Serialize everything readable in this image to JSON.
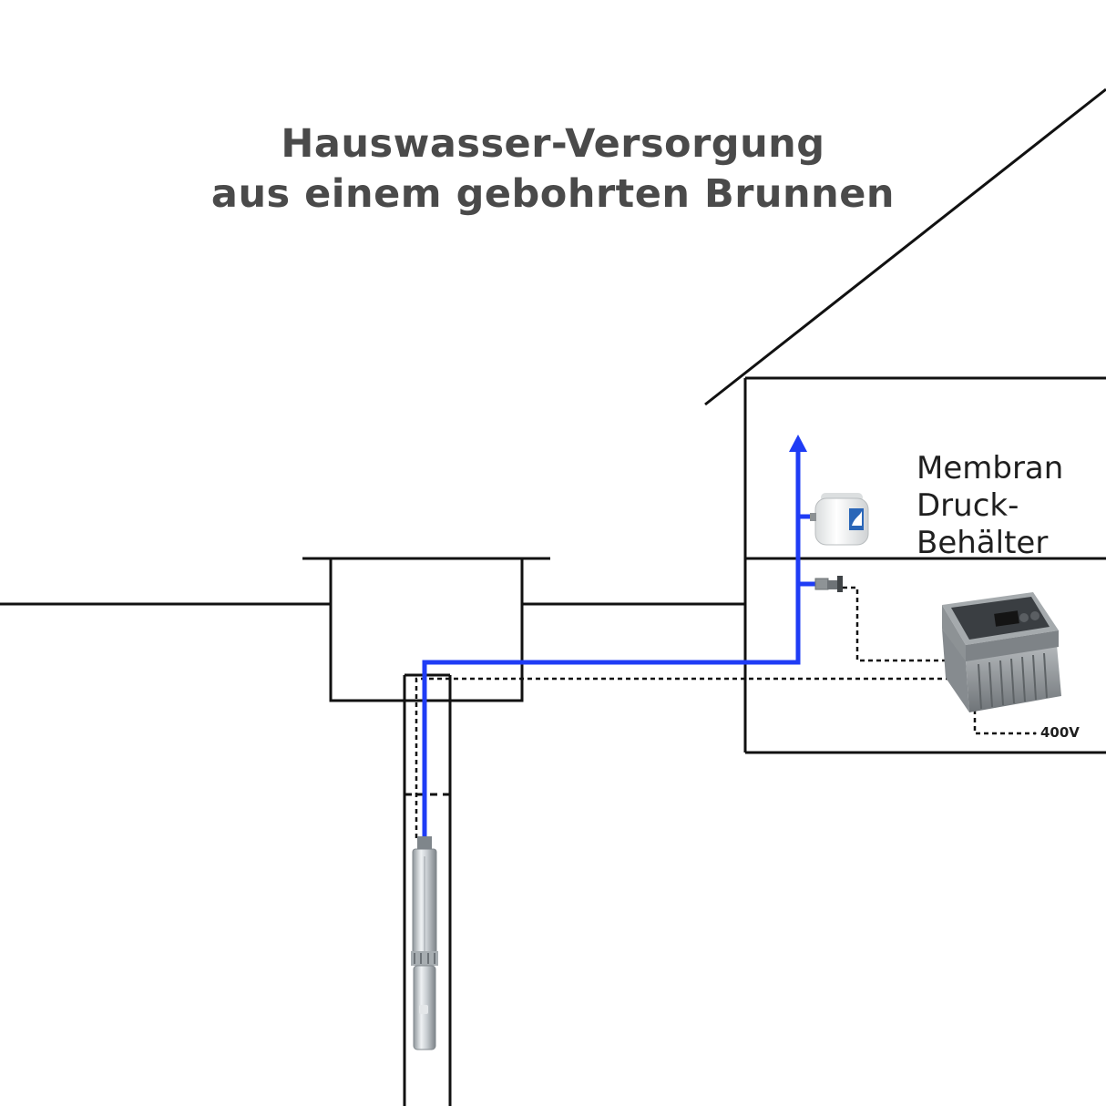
{
  "title": {
    "line1": "Hauswasser-Versorgung",
    "line2": "aus einem gebohrten Brunnen"
  },
  "pressure_tank_label": {
    "line1": "Membran",
    "line2": "Druck-",
    "line3": "Behälter"
  },
  "power_label": "400V",
  "colors": {
    "water_pipe": "#1f3cf5",
    "outline": "#111111",
    "title_text": "#4a4a4a",
    "cable": "#111111"
  },
  "icons": {
    "pump": "submersible-pump-icon",
    "tank": "pressure-tank-icon",
    "controller": "frequency-converter-icon",
    "switch": "pressure-sensor-icon",
    "flow_arrow": "arrow-up-icon"
  }
}
